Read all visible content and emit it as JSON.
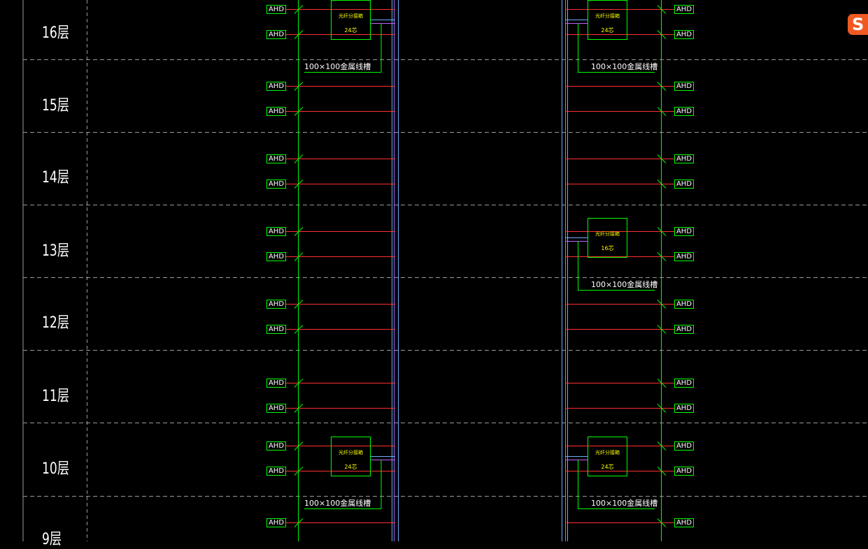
{
  "floors": [
    "16层",
    "15层",
    "14层",
    "13层",
    "12层",
    "11层",
    "10层",
    "9层"
  ],
  "outlet_label": "AHD",
  "splice_box": {
    "title": "光纤分接箱",
    "cores_24": "24芯",
    "cores_16": "16芯"
  },
  "tray_label": "100×100金属线槽",
  "logo": {
    "letter": "S"
  }
}
